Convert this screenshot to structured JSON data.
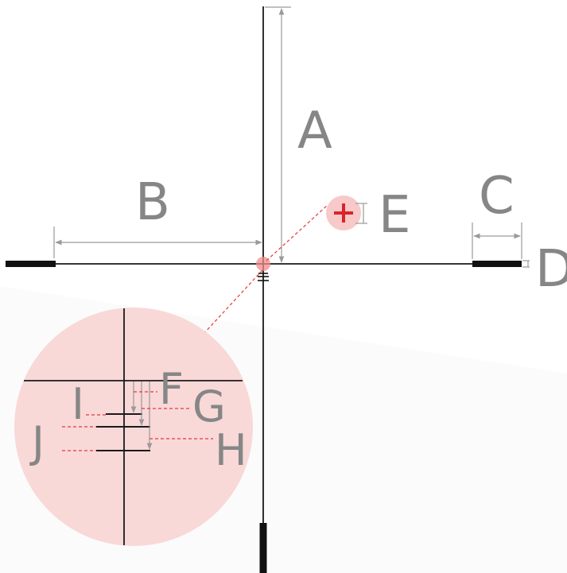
{
  "diagram": {
    "labels": {
      "A": "A",
      "B": "B",
      "C": "C",
      "D": "D",
      "E": "E",
      "F": "F",
      "G": "G",
      "H": "H",
      "I": "I",
      "J": "J"
    },
    "colors": {
      "reticle": "#111111",
      "dimension": "#9a9a9a",
      "letters": "#868686",
      "accent": "#d9252a",
      "zoom_fill": "#f9d8d8"
    }
  }
}
